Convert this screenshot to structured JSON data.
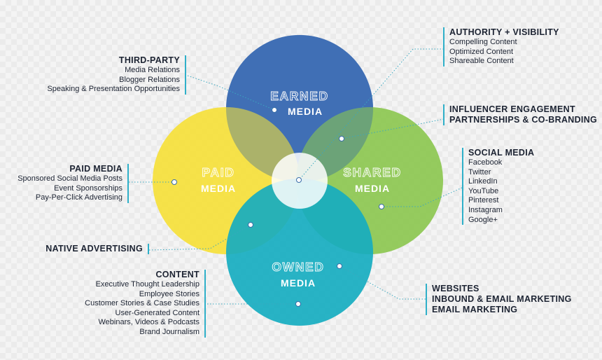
{
  "circles": {
    "earned": {
      "title": "EARNED",
      "sub": "MEDIA",
      "color": "#3d6cb4"
    },
    "paid": {
      "title": "PAID",
      "sub": "MEDIA",
      "color": "#f5e03a"
    },
    "shared": {
      "title": "SHARED",
      "sub": "MEDIA",
      "color": "#8cc750"
    },
    "owned": {
      "title": "OWNED",
      "sub": "MEDIA",
      "color": "#16adc0"
    }
  },
  "blocks": {
    "third_party": {
      "head": "THIRD-PARTY",
      "items": [
        "Media Relations",
        "Blogger Relations",
        "Speaking & Presentation Opportunities"
      ]
    },
    "paid_media": {
      "head": "PAID MEDIA",
      "items": [
        "Sponsored Social Media Posts",
        "Event Sponsorships",
        "Pay-Per-Click Advertising"
      ]
    },
    "native": {
      "head": "NATIVE ADVERTISING"
    },
    "content": {
      "head": "CONTENT",
      "items": [
        "Executive Thought Leadership",
        "Employee Stories",
        "Customer Stories & Case Studies",
        "User-Generated Content",
        "Webinars, Videos & Podcasts",
        "Brand Journalism"
      ]
    },
    "authority": {
      "head": "AUTHORITY + VISIBILITY",
      "items": [
        "Compelling Content",
        "Optimized Content",
        "Shareable Content"
      ]
    },
    "influencer": {
      "head1": "INFLUENCER ENGAGEMENT",
      "head2": "PARTNERSHIPS & CO-BRANDING"
    },
    "social": {
      "head": "SOCIAL MEDIA",
      "items": [
        "Facebook",
        "Twitter",
        "LinkedIn",
        "YouTube",
        "Pinterest",
        "Instagram",
        "Google+"
      ]
    },
    "websites": {
      "head1": "WEBSITES",
      "head2": "INBOUND & EMAIL MARKETING",
      "head3": "EMAIL MARKETING"
    }
  },
  "accent_color": "#2fb0c9"
}
